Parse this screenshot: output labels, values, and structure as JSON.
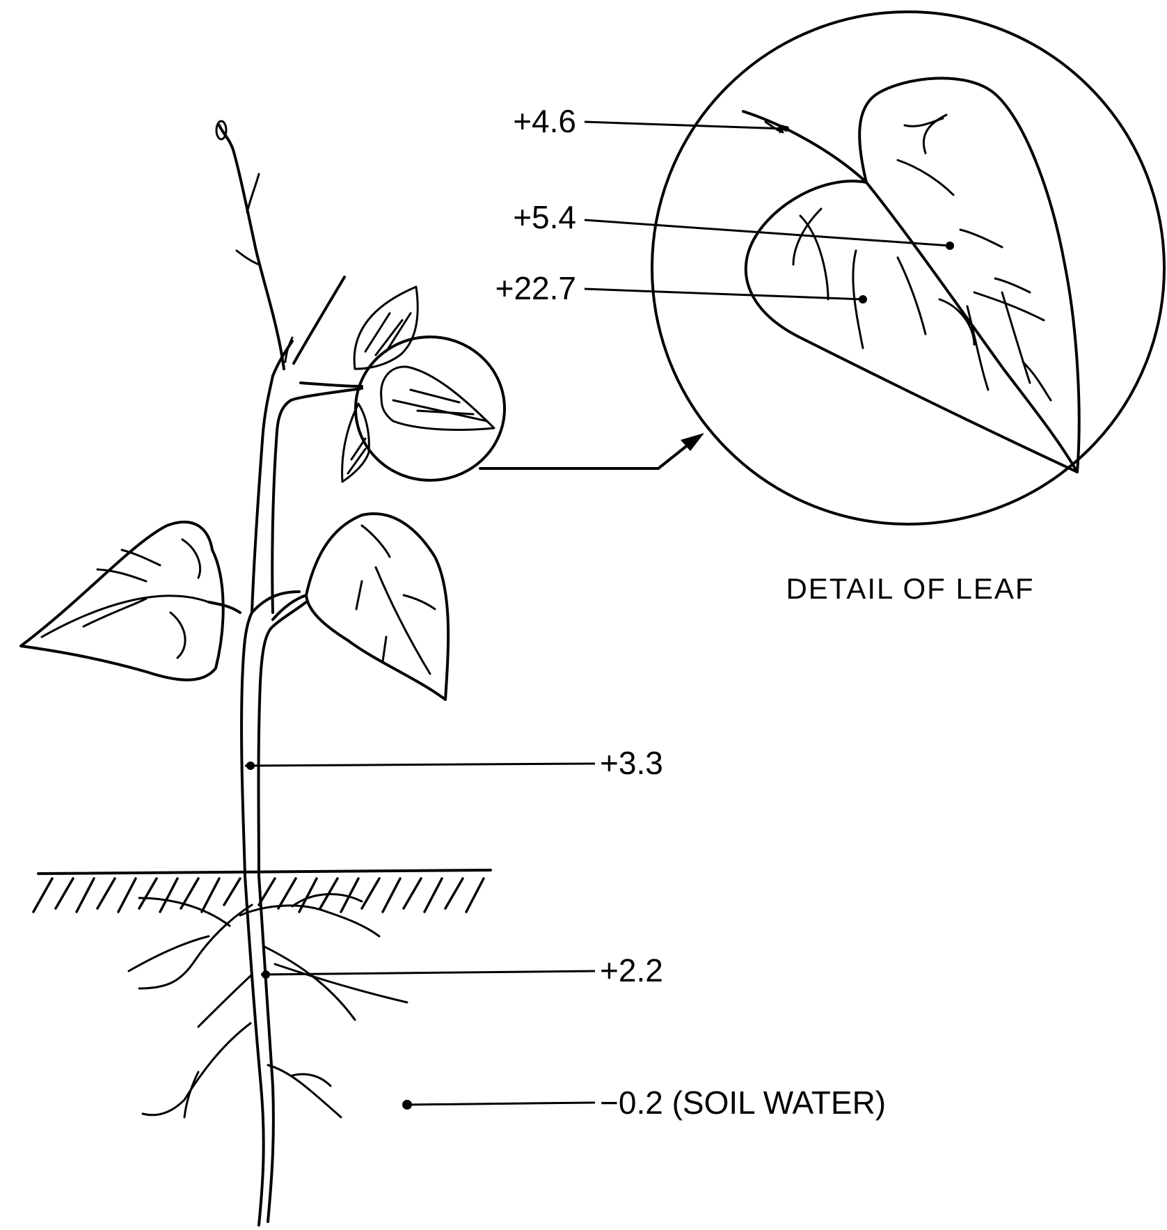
{
  "labels": {
    "tip": "+4.6",
    "midrib": "+5.4",
    "blade": "+22.7",
    "stem": "+3.3",
    "root": "+2.2",
    "soil": "−0.2 (SOIL WATER)"
  },
  "caption": "DETAIL OF LEAF"
}
